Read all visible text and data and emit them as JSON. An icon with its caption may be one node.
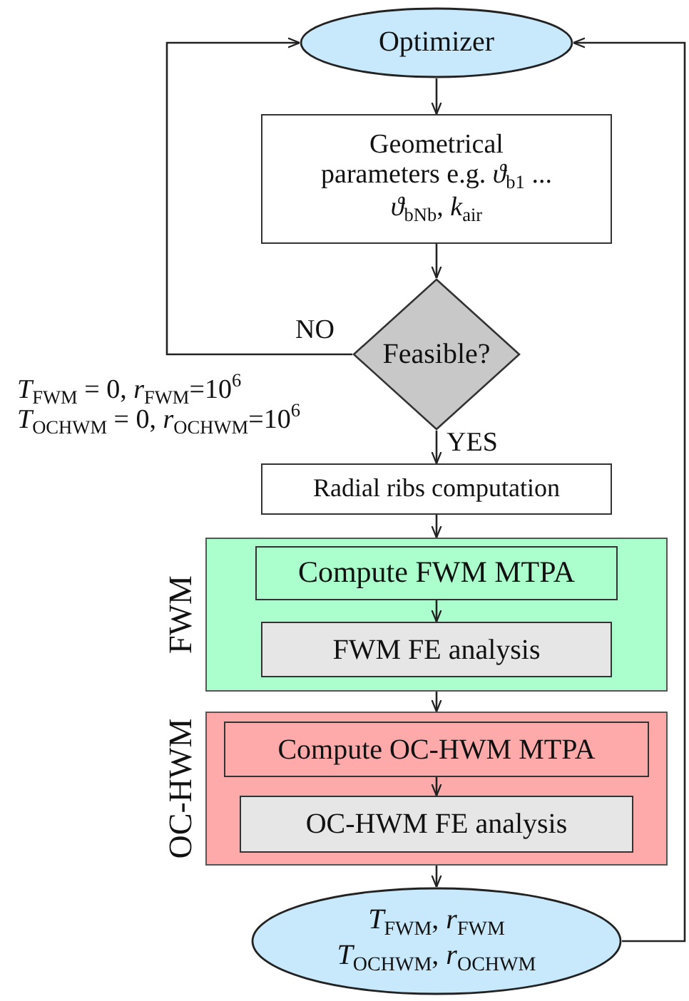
{
  "diagram": {
    "nodes": [
      {
        "text": [
          "Optimizer"
        ]
      },
      {
        "text": [
          "Geometrical parameters e.g. *ϑ*$_{b1}$ ... *ϑ*$_{bNb}$, *k*$_{air}$"
        ]
      },
      {
        "text": [
          "Feasible?"
        ]
      },
      {
        "text": [
          "Radial ribs computation"
        ]
      },
      {
        "text": [
          "FWM"
        ]
      },
      {
        "text": [
          "Compute FWM MTPA"
        ],
        "in": 4
      },
      {
        "text": [
          "FWM FE analysis"
        ],
        "in": 4
      },
      {
        "text": [
          "OC-HWM"
        ]
      },
      {
        "text": [
          "Compute OC-HWM MTPA"
        ],
        "in": 7
      },
      {
        "text": [
          "OC-HWM FE analysis"
        ],
        "in": 7
      },
      {
        "text": [
          "*T*$_{FWM}$, *r*$_{FWM}$ *T*$_{OCHWM}$, *r*$_{OCHWM}$"
        ]
      }
    ],
    "edges": [
      {
        "from": 0,
        "to": 1,
        "arrow": "to"
      },
      {
        "from": 1,
        "to": 2,
        "arrow": "to"
      },
      {
        "from": 2,
        "to": 0,
        "arrow": "to",
        "label": "NO"
      },
      {
        "from": 2,
        "to": 3,
        "arrow": "to",
        "label": "YES"
      },
      {
        "from": 3,
        "to": 4,
        "arrow": "to"
      },
      {
        "from": 5,
        "to": 6,
        "arrow": "to"
      },
      {
        "from": 4,
        "to": 7,
        "arrow": "to"
      },
      {
        "from": 8,
        "to": 9,
        "arrow": "to"
      },
      {
        "from": 7,
        "to": 10,
        "arrow": "to"
      },
      {
        "from": 10,
        "to": 0,
        "arrow": "to"
      }
    ],
    "labels": [
      "*T*$_{FWM}$ = 0, *r*$_{FWM}$=10$^{6}$",
      "*T*$_{OCHWM}$ = 0, *r*$_{OCHWM}$=10$^{6}$"
    ]
  }
}
